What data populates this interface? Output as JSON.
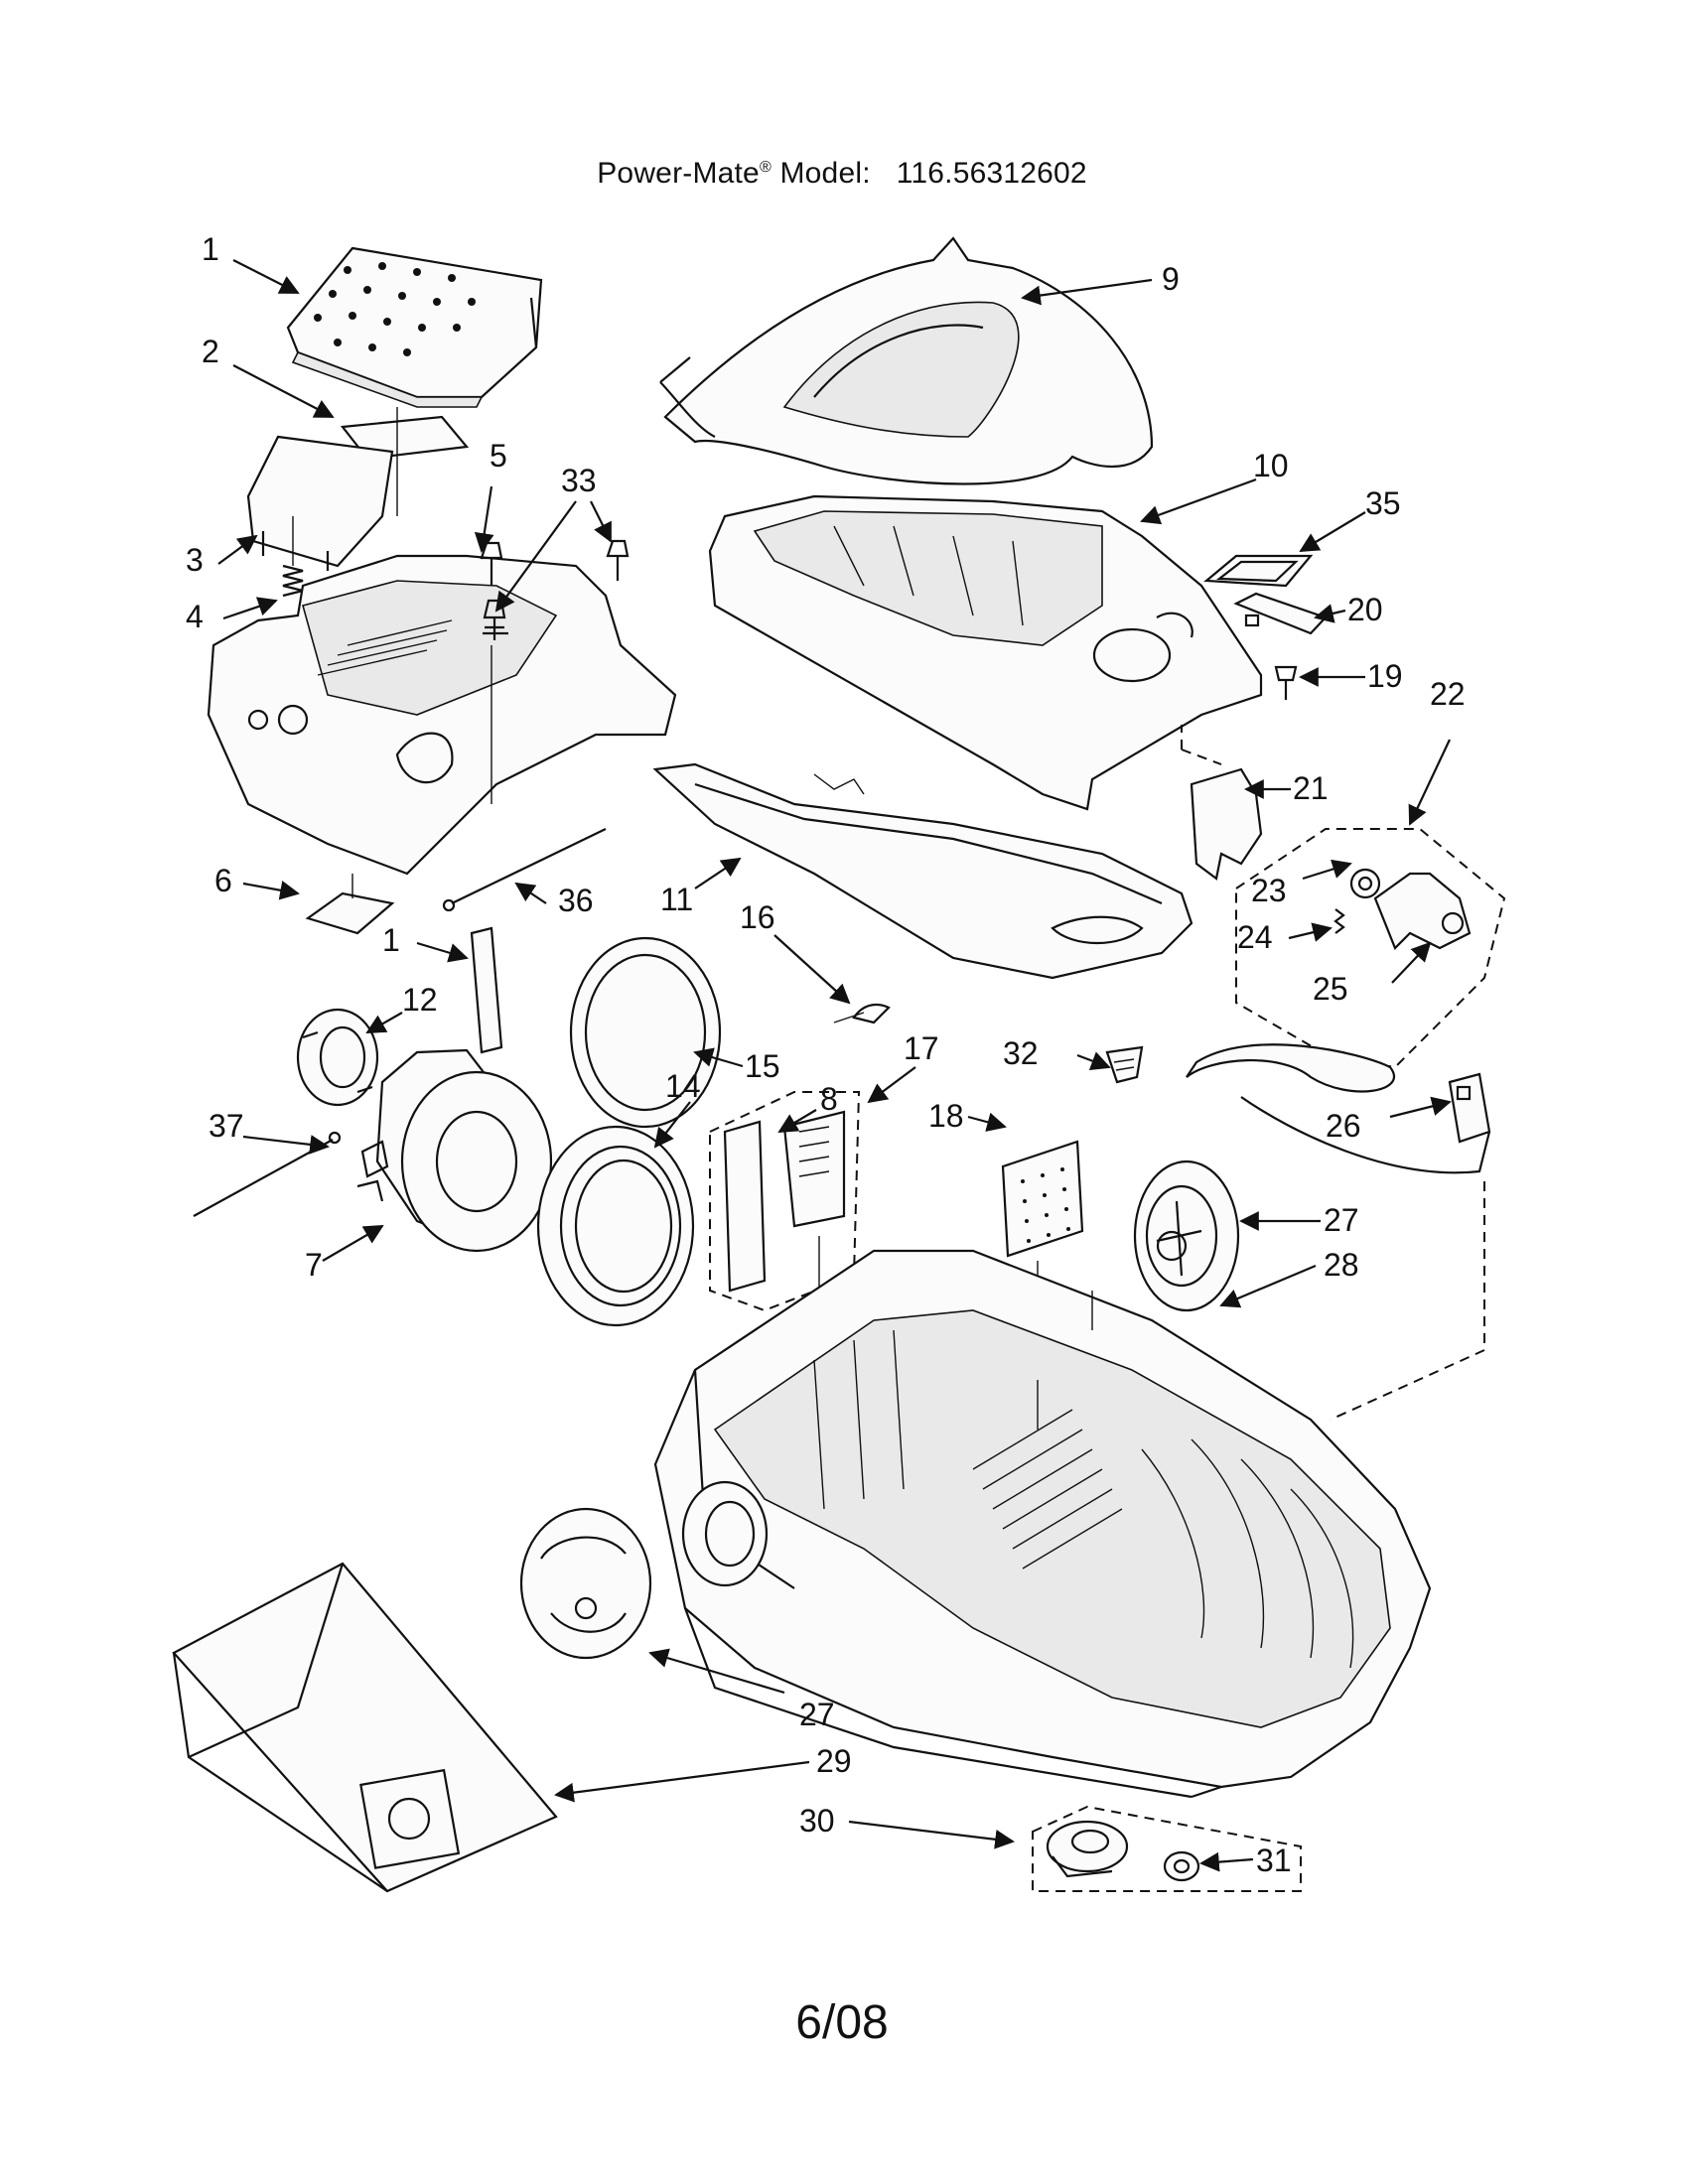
{
  "header": {
    "brand": "Power-Mate",
    "registered_mark": "®",
    "model_label": "Model:",
    "model_number": "116.56312602"
  },
  "callouts": [
    {
      "id": "c1a",
      "label": "1"
    },
    {
      "id": "c2",
      "label": "2"
    },
    {
      "id": "c3",
      "label": "3"
    },
    {
      "id": "c4",
      "label": "4"
    },
    {
      "id": "c5",
      "label": "5"
    },
    {
      "id": "c33",
      "label": "33"
    },
    {
      "id": "c9",
      "label": "9"
    },
    {
      "id": "c10",
      "label": "10"
    },
    {
      "id": "c35",
      "label": "35"
    },
    {
      "id": "c20",
      "label": "20"
    },
    {
      "id": "c19",
      "label": "19"
    },
    {
      "id": "c22",
      "label": "22"
    },
    {
      "id": "c21",
      "label": "21"
    },
    {
      "id": "c23",
      "label": "23"
    },
    {
      "id": "c24",
      "label": "24"
    },
    {
      "id": "c25",
      "label": "25"
    },
    {
      "id": "c6",
      "label": "6"
    },
    {
      "id": "c36",
      "label": "36"
    },
    {
      "id": "c11",
      "label": "11"
    },
    {
      "id": "c1b",
      "label": "1"
    },
    {
      "id": "c16",
      "label": "16"
    },
    {
      "id": "c12",
      "label": "12"
    },
    {
      "id": "c15",
      "label": "15"
    },
    {
      "id": "c17",
      "label": "17"
    },
    {
      "id": "c32",
      "label": "32"
    },
    {
      "id": "c14",
      "label": "14"
    },
    {
      "id": "c8",
      "label": "8"
    },
    {
      "id": "c37",
      "label": "37"
    },
    {
      "id": "c18",
      "label": "18"
    },
    {
      "id": "c26",
      "label": "26"
    },
    {
      "id": "c27a",
      "label": "27"
    },
    {
      "id": "c7",
      "label": "7"
    },
    {
      "id": "c28",
      "label": "28"
    },
    {
      "id": "c27b",
      "label": "27"
    },
    {
      "id": "c29",
      "label": "29"
    },
    {
      "id": "c30",
      "label": "30"
    },
    {
      "id": "c31",
      "label": "31"
    }
  ],
  "footer": {
    "date_code": "6/08"
  }
}
